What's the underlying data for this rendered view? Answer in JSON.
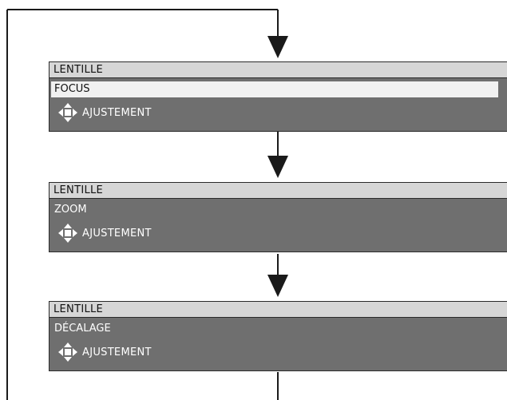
{
  "menus": [
    {
      "header": "LENTILLE",
      "item": "FOCUS",
      "selected": true,
      "adjust_icon": "four-way-arrows-icon",
      "adjust_label": "AJUSTEMENT"
    },
    {
      "header": "LENTILLE",
      "item": "ZOOM",
      "selected": false,
      "adjust_icon": "four-way-arrows-icon",
      "adjust_label": "AJUSTEMENT"
    },
    {
      "header": "LENTILLE",
      "item": "DÉCALAGE",
      "selected": false,
      "adjust_icon": "four-way-arrows-icon",
      "adjust_label": "AJUSTEMENT"
    }
  ],
  "colors": {
    "panel": "#6f6f6f",
    "header": "#d6d6d6",
    "selected_row": "#f1f1f1",
    "line": "#2a2a2a"
  }
}
